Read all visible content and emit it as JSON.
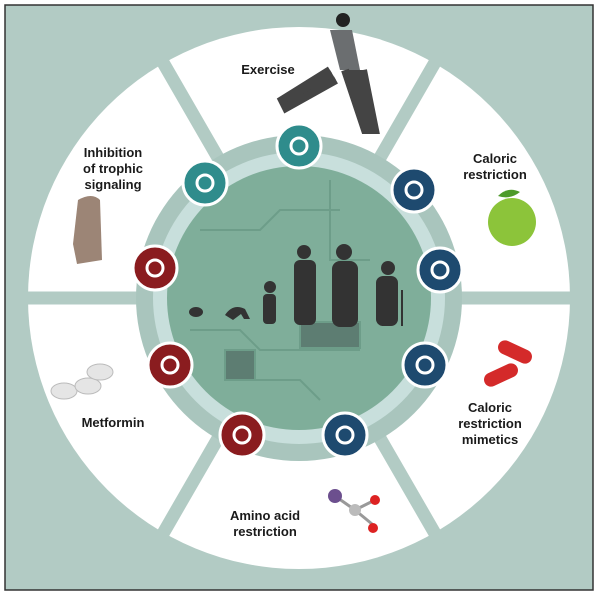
{
  "labels": {
    "exercise": "Exercise",
    "caloric_restriction": "Caloric\nrestriction",
    "cr_mimetics": "Caloric\nrestriction\nmimetics",
    "amino_acid": "Amino acid\nrestriction",
    "metformin": "Metformin",
    "trophic": "Inhibition\nof trophic\nsignaling"
  },
  "colors": {
    "background": "#b2cbc4",
    "ring": "#ffffff",
    "teal": "#2f8c8c",
    "navy": "#1e4a6f",
    "maroon": "#8a1c1f",
    "circuit": "#7fae9a"
  },
  "hallmark_icons": [
    {
      "name": "stem-cell-cycle-icon",
      "color": "teal"
    },
    {
      "name": "cell-senescence-icon",
      "color": "teal"
    },
    {
      "name": "dna-helix-icon",
      "color": "navy"
    },
    {
      "name": "chromosome-icon",
      "color": "navy"
    },
    {
      "name": "telomere-pills-icon",
      "color": "navy"
    },
    {
      "name": "protein-fold-icon",
      "color": "navy"
    },
    {
      "name": "maple-leaf-icon",
      "color": "maroon"
    },
    {
      "name": "mitochondrion-icon",
      "color": "maroon"
    },
    {
      "name": "fork-knife-icon",
      "color": "maroon"
    }
  ]
}
